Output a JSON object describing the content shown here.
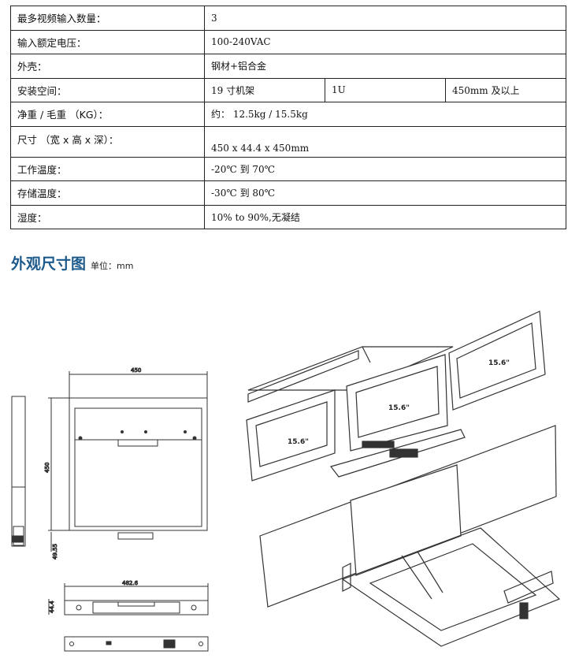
{
  "specs": {
    "rows": [
      {
        "label": "最多视频输入数量：",
        "value": "3"
      },
      {
        "label": "输入额定电压：",
        "value": "100-240VAC"
      },
      {
        "label": "外壳：",
        "value": "钢材+铝合金"
      },
      {
        "label": "安装空间：",
        "values": [
          "19 寸机架",
          "1U",
          "450mm 及以上"
        ]
      },
      {
        "label": "净重 / 毛重 （KG）：",
        "value": "约： 12.5kg / 15.5kg"
      },
      {
        "label": "尺寸 （宽 x 高 x 深）：",
        "value": "450 x 44.4 x 450mm"
      },
      {
        "label": "工作温度：",
        "value": "-20℃ 到 70℃"
      },
      {
        "label": "存储温度：",
        "value": "-30℃ 到 80℃"
      },
      {
        "label": "湿度：",
        "value": "10% to 90%,无凝结"
      }
    ]
  },
  "section": {
    "title": "外观尺寸图",
    "unit": "单位：mm"
  },
  "drawing": {
    "dim_width": "450",
    "dim_depth": "450",
    "dim_front_height": "44.4",
    "dim_rack_width": "482.6",
    "dim_side": "49.55",
    "screen_size": "15.6\""
  }
}
